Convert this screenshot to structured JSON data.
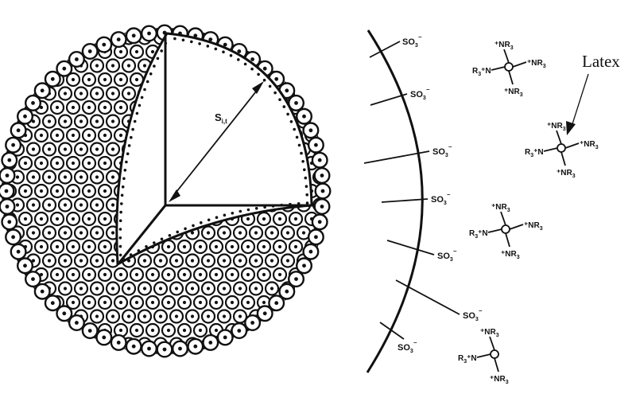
{
  "latex_label": "Latex",
  "radius_label": "S",
  "radius_subscript": "i,t",
  "sulfonate": {
    "group": "SO",
    "subscript": "3",
    "charge": "⁻"
  },
  "ammonium": {
    "top": "⁺NR",
    "right": "⁺NR",
    "bottom": "⁺NR",
    "left": "R",
    "left_sub": "3",
    "left_tail": "⁺N",
    "sub": "3"
  },
  "colors": {
    "ink": "#111111",
    "background": "#ffffff"
  }
}
